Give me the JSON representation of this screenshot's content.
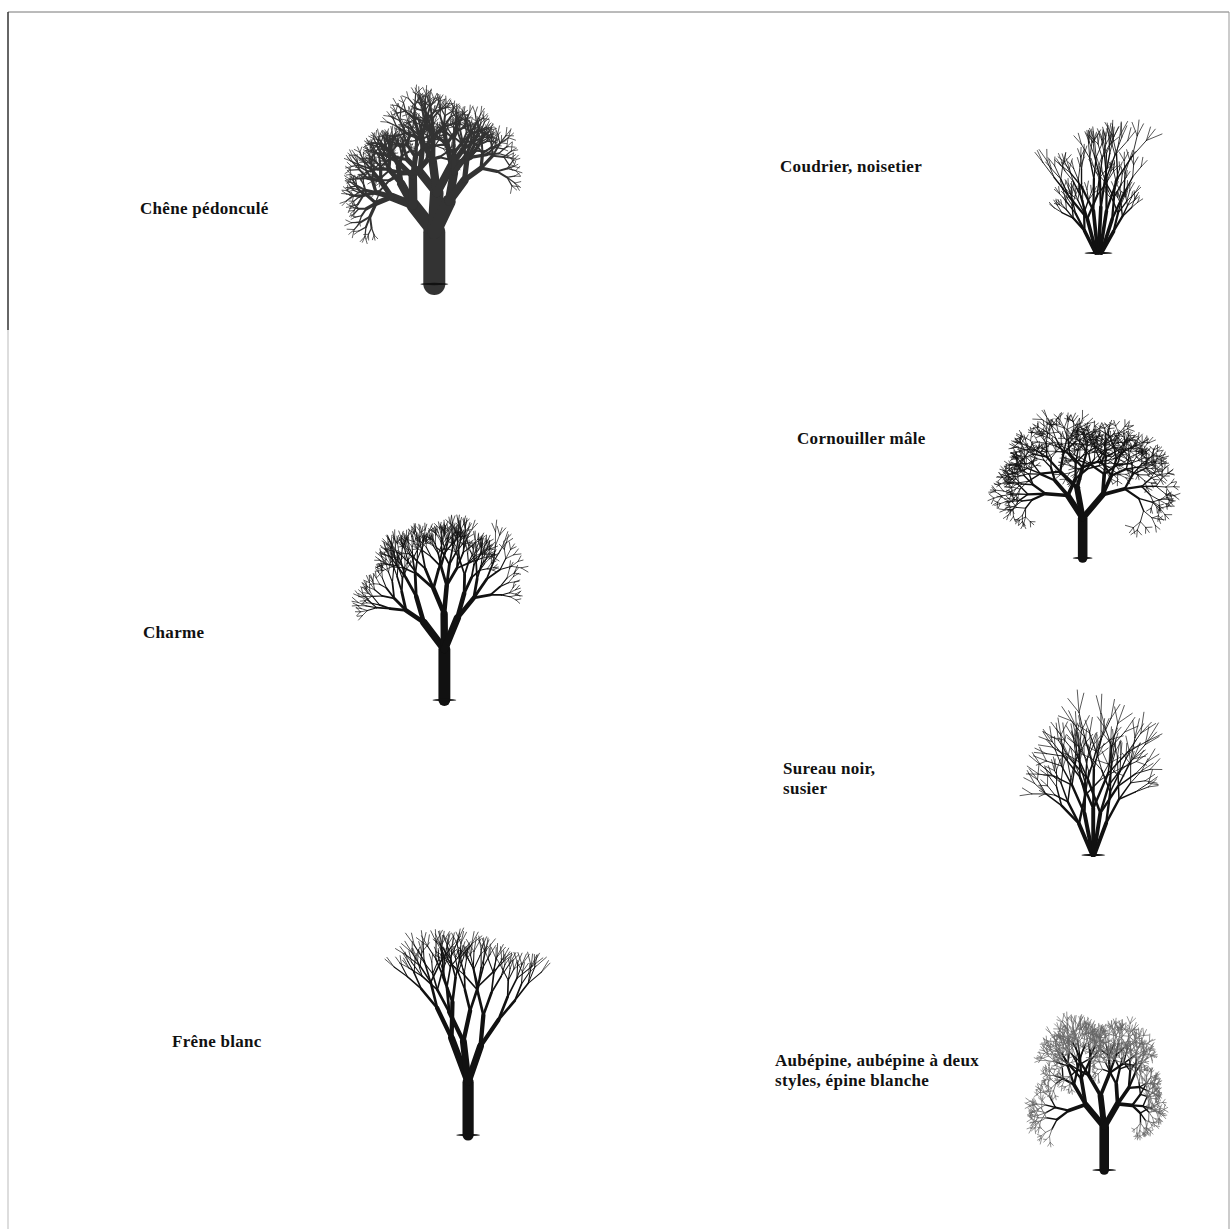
{
  "diagram": {
    "labels": [
      "Chêne pédonculé",
      "Charme",
      "Frêne blanc",
      "Coudrier, noisetier",
      "Cornouiller mâle",
      "Sureau noir, susier",
      "Aubépine, aubépine à deux styles, épine blanche"
    ]
  }
}
